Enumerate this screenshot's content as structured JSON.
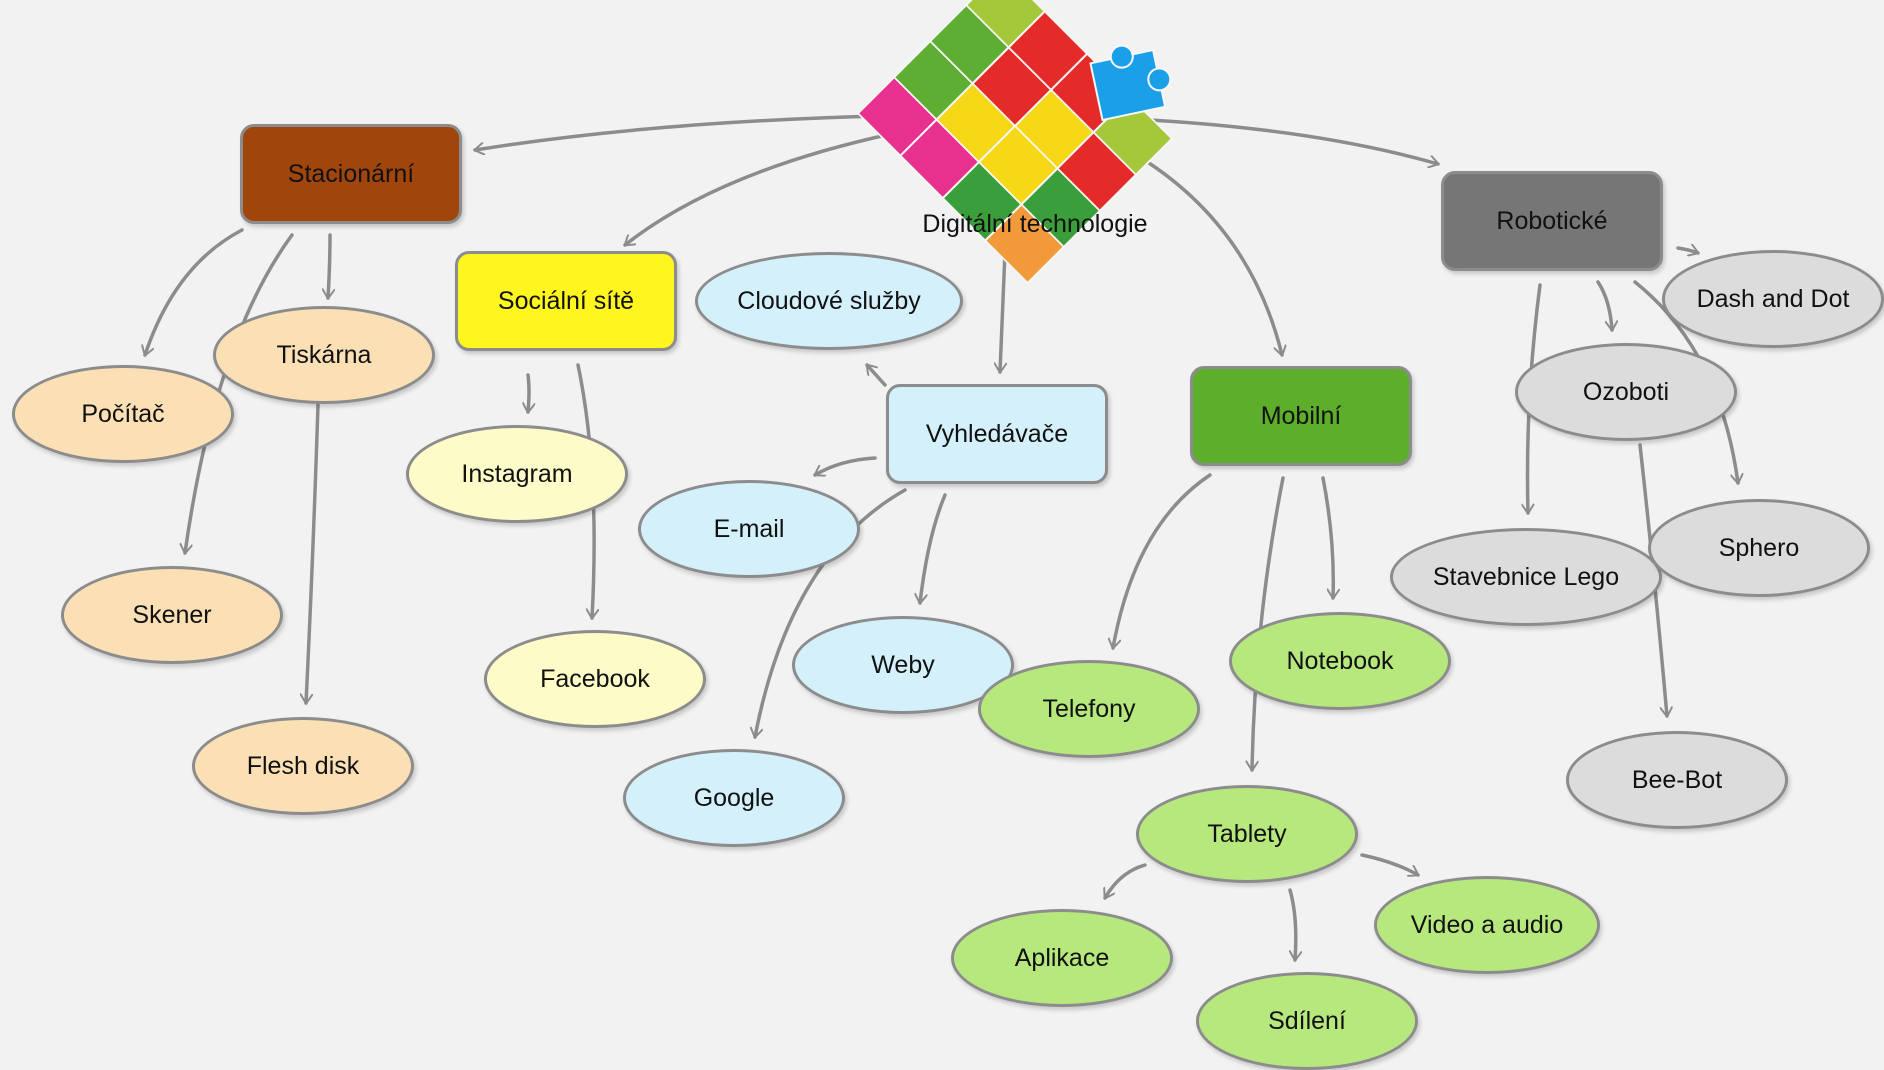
{
  "center": {
    "label": "Digitální technologie"
  },
  "categories": {
    "stacionarni": "Stacionární",
    "socialni": "Sociální sítě",
    "vyhledavace": "Vyhledávače",
    "mobilni": "Mobilní",
    "roboticke": "Robotické"
  },
  "items": {
    "pocitac": "Počítač",
    "tiskarna": "Tiskárna",
    "skener": "Skener",
    "flesh_disk": "Flesh disk",
    "instagram": "Instagram",
    "facebook": "Facebook",
    "cloud": "Cloudové služby",
    "email": "E-mail",
    "weby": "Weby",
    "google": "Google",
    "telefony": "Telefony",
    "notebook": "Notebook",
    "tablety": "Tablety",
    "aplikace": "Aplikace",
    "sdileni": "Sdílení",
    "video": "Video a audio",
    "dash": "Dash and Dot",
    "ozoboti": "Ozoboti",
    "lego": "Stavebnice Lego",
    "sphero": "Sphero",
    "beebot": "Bee-Bot"
  },
  "colors": {
    "stacionarni": "#a0460c",
    "socialni": "#fff51f",
    "vyhledavace": "#d3f0fb",
    "mobilni": "#5daf2b",
    "roboticke": "#767676",
    "connector": "#8c8c8c"
  },
  "icons": {
    "center": "puzzle-icon"
  }
}
